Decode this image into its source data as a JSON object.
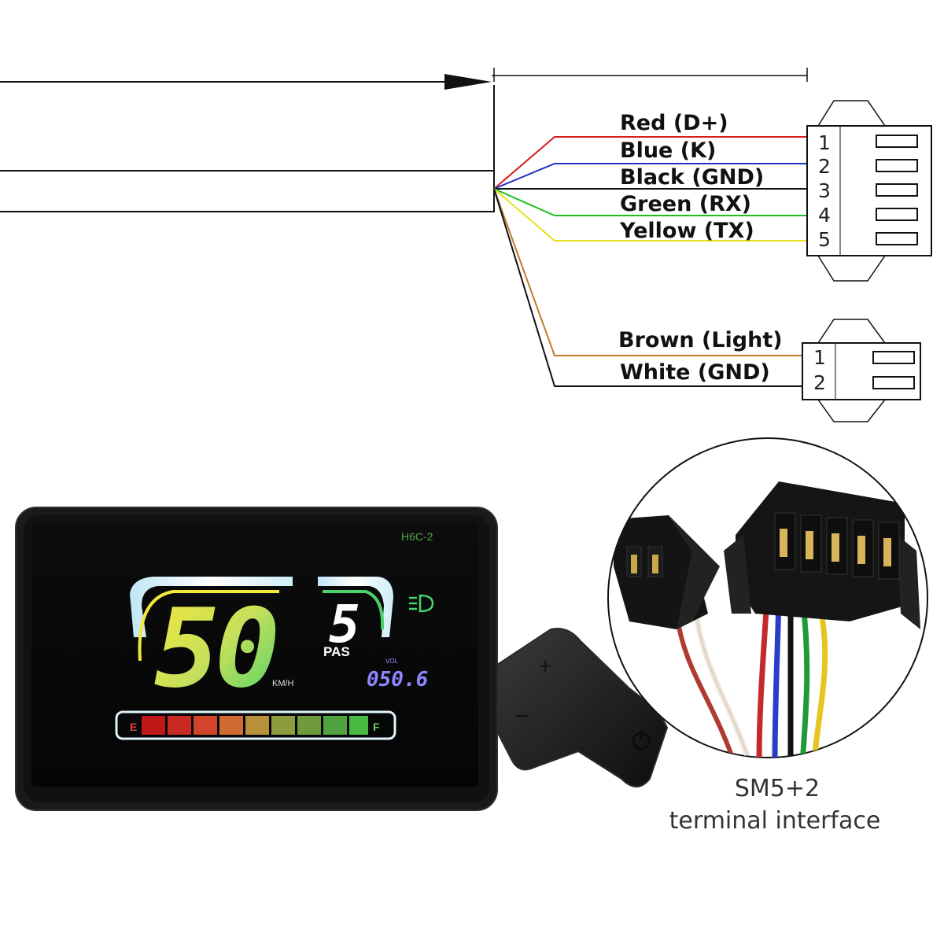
{
  "connector_5pin": {
    "wires": [
      {
        "label": "Red  (D+)",
        "pin": "1",
        "color": "#d81e1e"
      },
      {
        "label": "Blue  (K)",
        "pin": "2",
        "color": "#1f2fc7"
      },
      {
        "label": "Black  (GND)",
        "pin": "3",
        "color": "#111111"
      },
      {
        "label": "Green  (RX)",
        "pin": "4",
        "color": "#19c21f"
      },
      {
        "label": "Yellow  (TX)",
        "pin": "5",
        "color": "#e6e21a"
      }
    ]
  },
  "connector_2pin": {
    "wires": [
      {
        "label": "Brown  (Light)",
        "pin": "1",
        "color": "#c07a2a"
      },
      {
        "label": "White  (GND)",
        "pin": "2",
        "color": "#111111"
      }
    ]
  },
  "display": {
    "model": "H6C-2",
    "speed": "50",
    "speed_unit": "KM/H",
    "pas_level": "5",
    "pas_label": "PAS",
    "vol_label": "VOL",
    "voltage": "050.6",
    "battery_empty": "E",
    "battery_full": "F",
    "plus_label": "+",
    "minus_label": "−",
    "icons": [
      "headlight-icon",
      "power-icon"
    ]
  },
  "caption": {
    "line1": "SM5+2",
    "line2": "terminal interface"
  }
}
